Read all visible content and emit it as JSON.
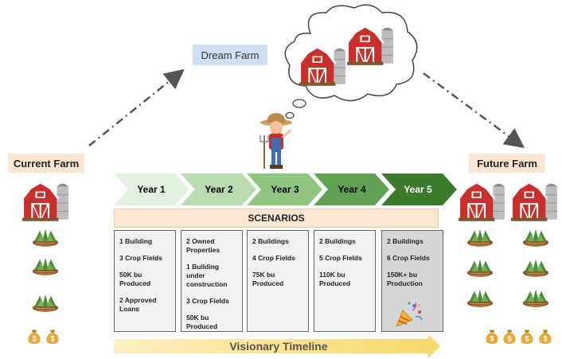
{
  "labels": {
    "current_farm": "Current Farm",
    "future_farm": "Future Farm",
    "dream_farm": "Dream Farm",
    "scenarios": "SCENARIOS",
    "timeline": "Visionary Timeline"
  },
  "years": [
    {
      "label": "Year 1",
      "fill": "#e3f2e0",
      "text": "#222222"
    },
    {
      "label": "Year 2",
      "fill": "#b9dbb0",
      "text": "#222222"
    },
    {
      "label": "Year 3",
      "fill": "#8fc581",
      "text": "#222222"
    },
    {
      "label": "Year 4",
      "fill": "#62a054",
      "text": "#222222"
    },
    {
      "label": "Year 5",
      "fill": "#3c7a2e",
      "text": "#ffffff"
    }
  ],
  "scenarios": [
    {
      "lines": [
        "1 Building",
        "3 Crop Fields",
        "50K bu Produced",
        "2 Approved Loans"
      ]
    },
    {
      "lines": [
        "2 Owned Properties",
        "1 Building under construction",
        "3 Crop Fields",
        "50K bu Produced"
      ]
    },
    {
      "lines": [
        "2 Buildings",
        "4 Crop Fields",
        "75K bu Produced"
      ]
    },
    {
      "lines": [
        "2 Buildings",
        "5 Crop Fields",
        "110K bu Produced"
      ]
    },
    {
      "lines": [
        "2 Buildings",
        "6 Crop Fields",
        "150K+ bu Production"
      ]
    }
  ],
  "icons": {
    "barn": "barn-icon",
    "crop": "crop-field-icon",
    "money": "money-bag-icon",
    "farmer": "farmer-icon",
    "cloud": "thought-cloud-icon",
    "party": "party-popper-icon"
  },
  "colors": {
    "barn_red": "#c8302c",
    "label_peach": "#fde6d2",
    "dream_blue": "#cfe0f5",
    "timeline_yellow": "#fbe8a0"
  }
}
